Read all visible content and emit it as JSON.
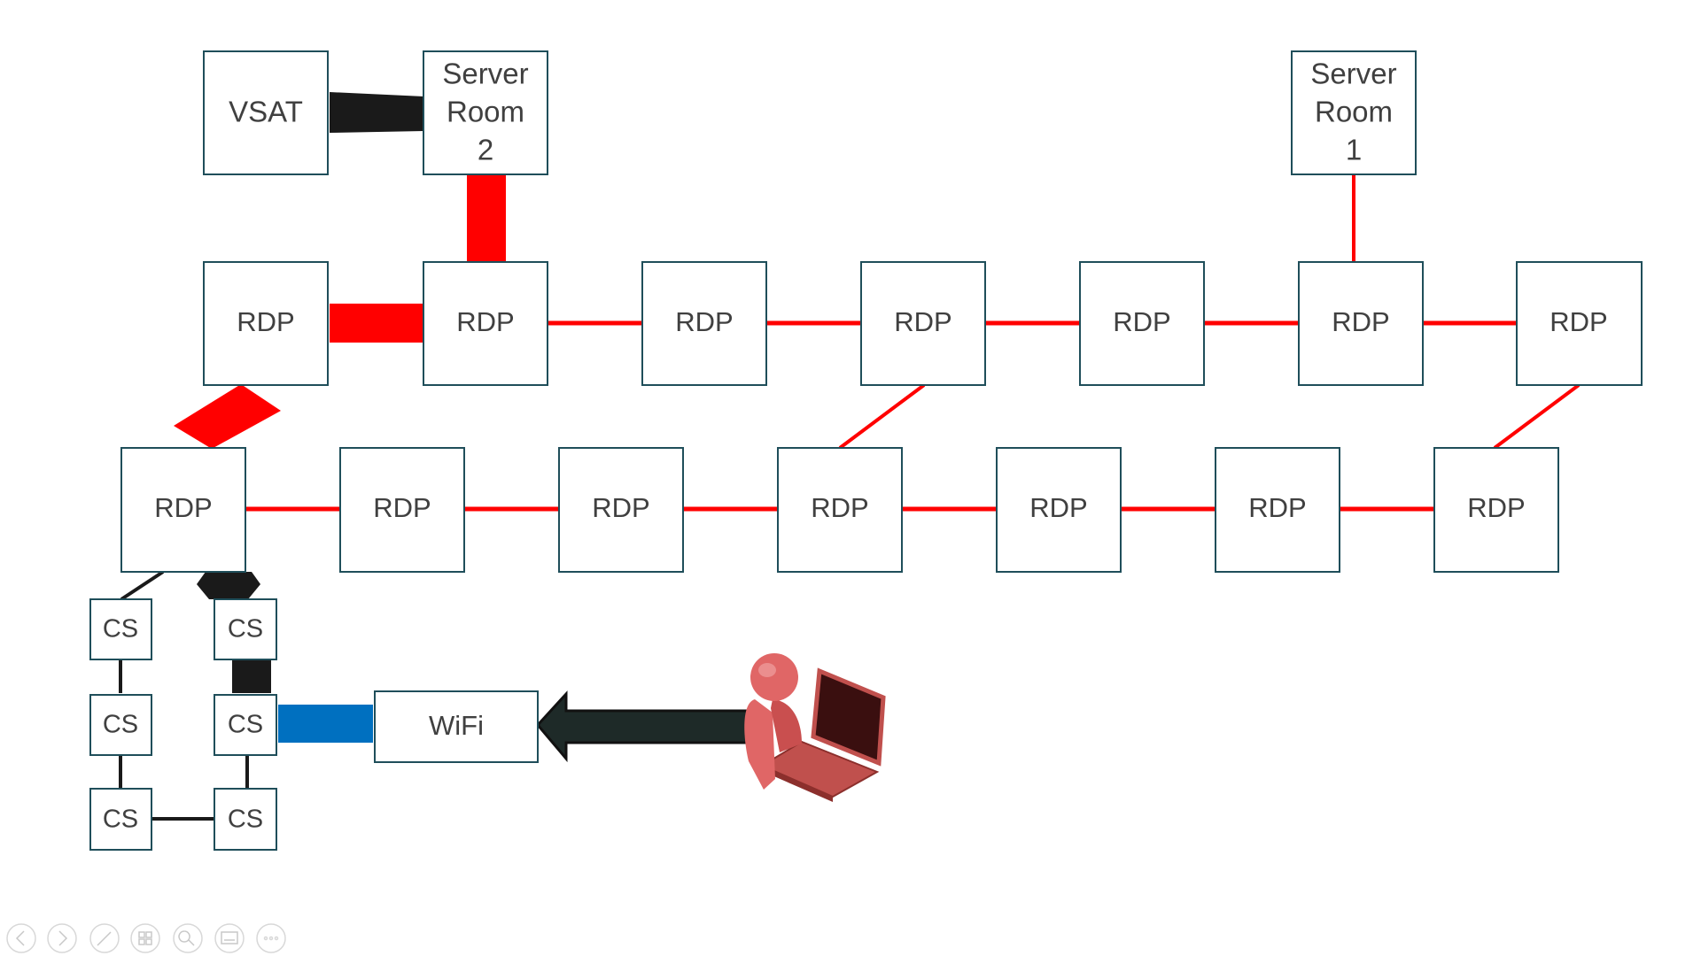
{
  "diagram": {
    "nodes": {
      "vsat": "VSAT",
      "server_room_2": [
        "Server",
        "Room",
        "2"
      ],
      "server_room_1": [
        "Server",
        "Room",
        "1"
      ],
      "rdp": "RDP",
      "cs": "CS",
      "wifi": "WiFi"
    },
    "colors": {
      "red_link": "#ff0000",
      "black_link": "#1a1a1a",
      "blue_link": "#0070c0",
      "box_border": "#1f4e5a",
      "text": "#404040",
      "user_figure": "#e06666",
      "laptop": "#c0504d"
    },
    "icons": [
      "user-with-laptop-icon"
    ]
  },
  "slideshow_controls": [
    {
      "name": "previous-slide-icon"
    },
    {
      "name": "next-slide-icon"
    },
    {
      "name": "pen-icon"
    },
    {
      "name": "all-slides-icon"
    },
    {
      "name": "zoom-icon"
    },
    {
      "name": "subtitles-icon"
    },
    {
      "name": "more-options-icon"
    }
  ]
}
